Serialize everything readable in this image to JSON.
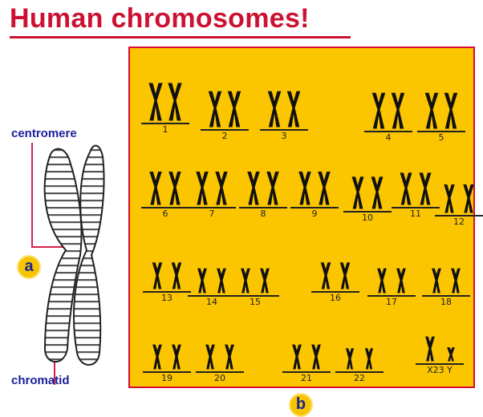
{
  "title": "Human chromosomes!",
  "labels": {
    "centromere": "centromere",
    "chromatid": "chromatid",
    "badge_a": "a",
    "badge_b": "b"
  },
  "karyotype": {
    "pairs": [
      {
        "id": "1",
        "label": "1"
      },
      {
        "id": "2",
        "label": "2"
      },
      {
        "id": "3",
        "label": "3"
      },
      {
        "id": "4",
        "label": "4"
      },
      {
        "id": "5",
        "label": "5"
      },
      {
        "id": "6",
        "label": "6"
      },
      {
        "id": "7",
        "label": "7"
      },
      {
        "id": "8",
        "label": "8"
      },
      {
        "id": "9",
        "label": "9"
      },
      {
        "id": "10",
        "label": "10"
      },
      {
        "id": "11",
        "label": "11"
      },
      {
        "id": "12",
        "label": "12"
      },
      {
        "id": "13",
        "label": "13"
      },
      {
        "id": "14",
        "label": "14"
      },
      {
        "id": "15",
        "label": "15"
      },
      {
        "id": "16",
        "label": "16"
      },
      {
        "id": "17",
        "label": "17"
      },
      {
        "id": "18",
        "label": "18"
      },
      {
        "id": "19",
        "label": "19"
      },
      {
        "id": "20",
        "label": "20"
      },
      {
        "id": "21",
        "label": "21"
      },
      {
        "id": "22",
        "label": "22"
      },
      {
        "id": "sex",
        "label": "X23 Y"
      }
    ]
  },
  "colors": {
    "title": "#cc1133",
    "panel": "#fbc500",
    "panel_border": "#d60e35",
    "label_blue": "#1a1e9a",
    "chromosome_ink": "#111111"
  }
}
